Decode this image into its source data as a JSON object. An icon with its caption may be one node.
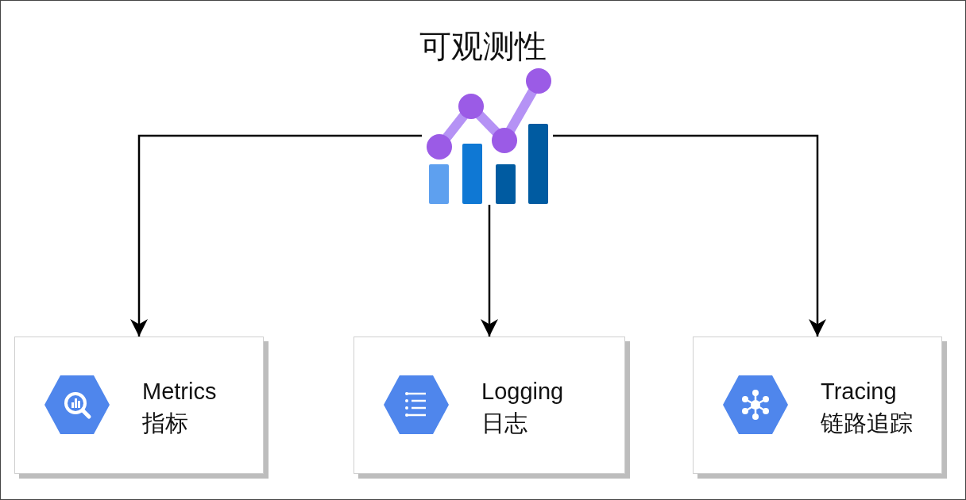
{
  "diagram": {
    "title": "可观测性",
    "nodes": [
      {
        "text": [],
        "shape": "picture"
      },
      {
        "text": [
          "Metrics",
          "指标"
        ]
      },
      {
        "text": [
          "Logging",
          "日志"
        ]
      },
      {
        "text": [
          "Tracing",
          "链路追踪"
        ]
      }
    ],
    "edges": [
      {
        "from": 0,
        "to": 1,
        "arrow": "to"
      },
      {
        "from": 0,
        "to": 2,
        "arrow": "to"
      },
      {
        "from": 0,
        "to": 3,
        "arrow": "to"
      }
    ]
  }
}
